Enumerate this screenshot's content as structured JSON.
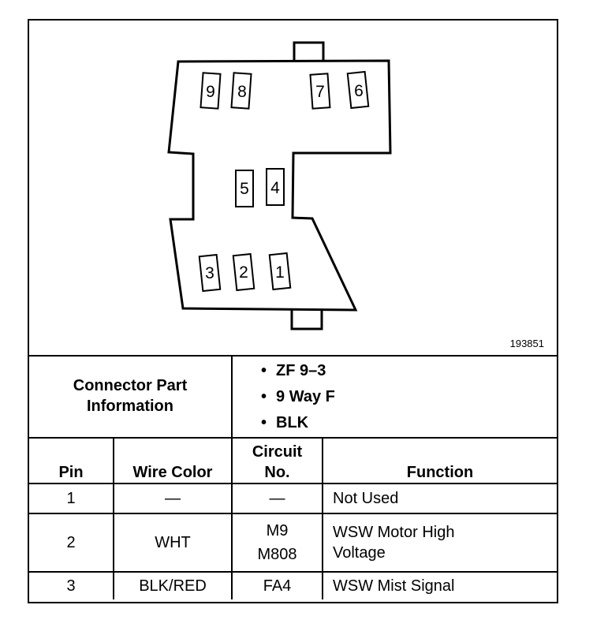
{
  "figure": {
    "number": "193851",
    "pin_labels": [
      "1",
      "2",
      "3",
      "4",
      "5",
      "6",
      "7",
      "8",
      "9"
    ]
  },
  "connector_info": {
    "label_line1": "Connector Part",
    "label_line2": "Information",
    "items": [
      "ZF 9–3",
      "9 Way F",
      "BLK"
    ]
  },
  "table": {
    "headers": {
      "pin": "Pin",
      "wire_color": "Wire Color",
      "circuit_line1": "Circuit",
      "circuit_line2": "No.",
      "function": "Function"
    },
    "rows": [
      {
        "pin": "1",
        "wire_color": "—",
        "circuit_1": "—",
        "circuit_2": "",
        "function_1": "Not Used",
        "function_2": ""
      },
      {
        "pin": "2",
        "wire_color": "WHT",
        "circuit_1": "M9",
        "circuit_2": "M808",
        "function_1": "WSW Motor High",
        "function_2": "Voltage"
      },
      {
        "pin": "3",
        "wire_color": "BLK/RED",
        "circuit_1": "FA4",
        "circuit_2": "",
        "function_1": "WSW Mist Signal",
        "function_2": ""
      }
    ]
  }
}
